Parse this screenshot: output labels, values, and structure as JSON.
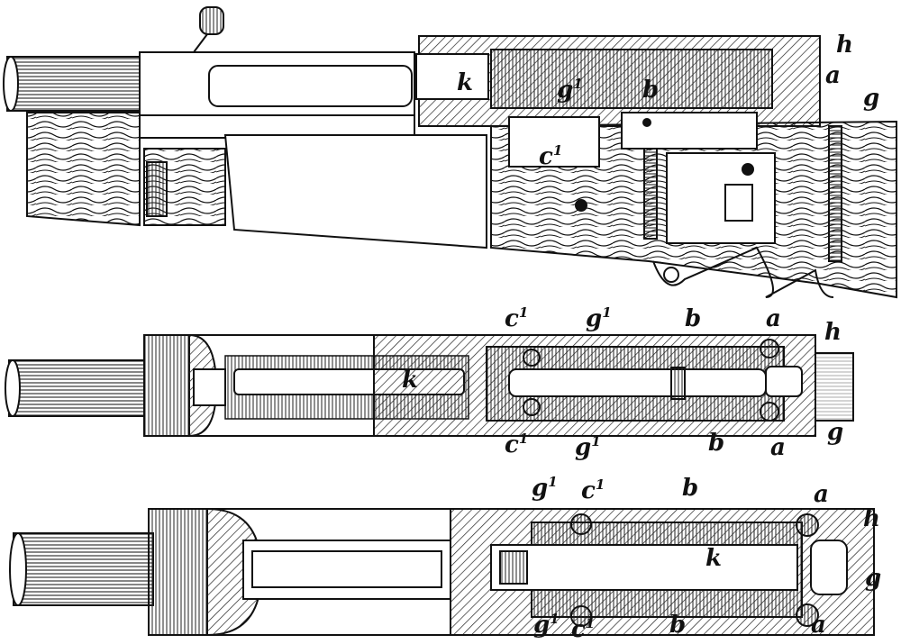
{
  "figure": {
    "labels": {
      "h": "h",
      "a": "a",
      "b": "b",
      "k": "k",
      "g": "g",
      "g1": "g",
      "c1": "c",
      "one": "1"
    }
  },
  "colors": {
    "ink": "#111111",
    "paper": "#ffffff",
    "hatch": "#333333"
  }
}
